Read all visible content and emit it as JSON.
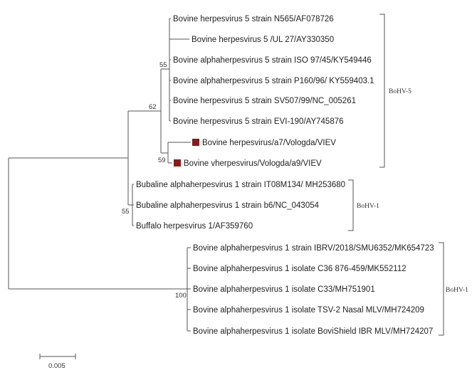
{
  "tree": {
    "leaves": [
      {
        "id": "t1",
        "label": "Bovine herpesvirus 5 strain N565/AF078726"
      },
      {
        "id": "t2",
        "label": "Bovine herpesvirus 5 /UL 27/AY330350"
      },
      {
        "id": "t3",
        "label": "Bovine alphaherpesvirus 5 strain ISO 97/45/KY549446"
      },
      {
        "id": "t4",
        "label": "Bovine alphaherpesvirus 5 strain P160/96/ KY559403.1"
      },
      {
        "id": "t5",
        "label": "Bovine herpesvirus 5 strain SV507/99/NC_005261"
      },
      {
        "id": "t6",
        "label": "Bovine herpesvirus 5 strain EVI-190/AY745876"
      },
      {
        "id": "t7",
        "label": "Bovine herpesvirus/a7/Vologda/VIEV",
        "marker": "square",
        "marker_color": "#8b1a1a"
      },
      {
        "id": "t8",
        "label": "Bovine vherpesvirus/Vologda/a9/VIEV",
        "marker": "square",
        "marker_color": "#8b1a1a"
      },
      {
        "id": "t9",
        "label": "Bubaline alphaherpesvirus 1 strain IT08M134/ MH253680"
      },
      {
        "id": "t10",
        "label": "Bubaline alphaherpesvirus 1 strain b6/NC_043054"
      },
      {
        "id": "t11",
        "label": "Buffalo herpesvirus 1/AF359760"
      },
      {
        "id": "t12",
        "label": "Bovine alphaherpesvirus 1 strain IBRV/2018/SMU6352/MK654723"
      },
      {
        "id": "t13",
        "label": "Bovine alphaherpesvirus 1 isolate C36 876-459/MK552112"
      },
      {
        "id": "t14",
        "label": "Bovine alphaherpesvirus 1 isolate C33/MH751901"
      },
      {
        "id": "t15",
        "label": "Bovine alphaherpesvirus 1 isolate TSV-2 Nasal MLV/MH724209"
      },
      {
        "id": "t16",
        "label": "Bovine alphaherpesvirus 1 isolate BoviShield IBR MLV/MH724207"
      }
    ],
    "bootstrap": [
      {
        "node": "n_bhv5_core",
        "value": "55"
      },
      {
        "node": "n_bhv5",
        "value": "62"
      },
      {
        "node": "n_viev",
        "value": "59"
      },
      {
        "node": "n_buf",
        "value": "55"
      },
      {
        "node": "n_bhv1",
        "value": "100"
      }
    ],
    "clades": [
      {
        "id": "c_bhv5",
        "label": "BoHV-5"
      },
      {
        "id": "c_buf",
        "label": "BoHV-1"
      },
      {
        "id": "c_bhv1",
        "label": "BoHV-1"
      }
    ],
    "scale_bar": {
      "value": "0.005"
    }
  }
}
